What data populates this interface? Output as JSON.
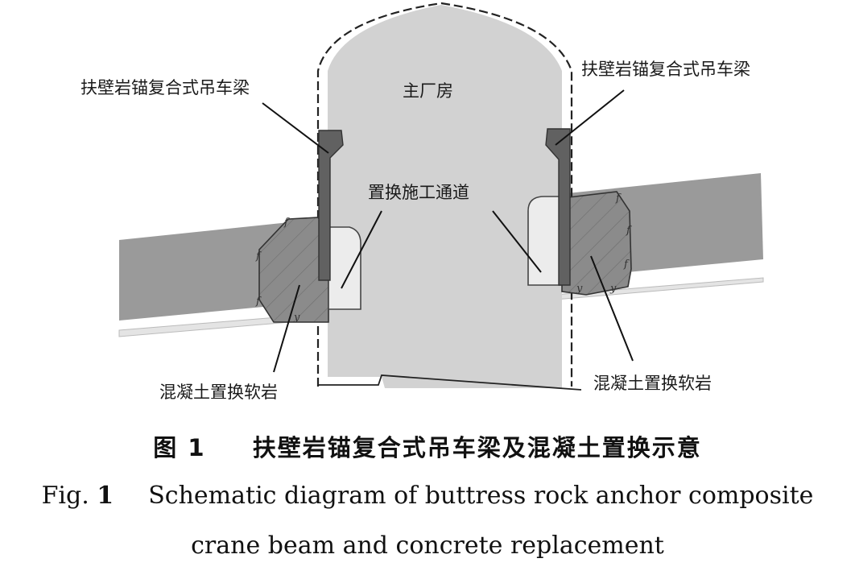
{
  "labels": {
    "main_powerhouse": "主厂房",
    "crane_beam_left": "扶壁岩锚复合式吊车梁",
    "crane_beam_right": "扶壁岩锚复合式吊车梁",
    "replacement_tunnel": "置换施工通道",
    "concrete_left": "混凝土置换软岩",
    "concrete_right": "混凝土置换软岩",
    "rock_mark_f": "f",
    "rock_mark_y": "y"
  },
  "caption": {
    "cn_prefix": "图 1",
    "cn_text": "扶壁岩锚复合式吊车梁及混凝土置换示意",
    "en_prefix": "Fig.",
    "en_number": "1",
    "en_line1": "Schematic diagram of buttress rock anchor composite",
    "en_line2": "crane beam and concrete replacement"
  },
  "colors": {
    "cavern_fill": "#d2d2d2",
    "soft_rock_band": "#9a9a9a",
    "concrete_fill": "#8b8b8b",
    "crane_beam_fill": "#616161",
    "tunnel_fill": "#ececec",
    "outline": "#222222"
  }
}
